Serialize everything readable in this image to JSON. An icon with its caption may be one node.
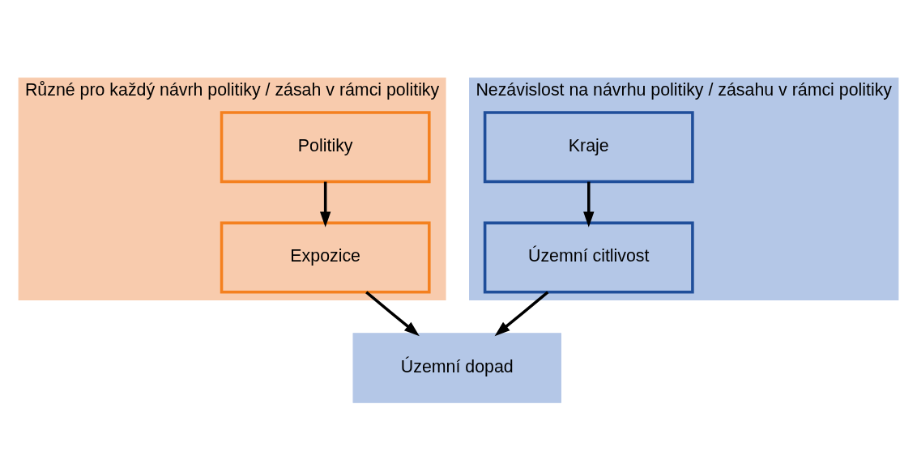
{
  "diagram": {
    "nodes": [
      {
        "text": [
          "Různé pro každý návrh politiky / zásah v rámci politiky"
        ]
      },
      {
        "text": [
          "Politiky"
        ],
        "in": 0
      },
      {
        "text": [
          "Expozice"
        ],
        "in": 0
      },
      {
        "text": [
          "Nezávislost na návrhu politiky / zásahu v rámci politiky"
        ]
      },
      {
        "text": [
          "Kraje"
        ],
        "in": 3
      },
      {
        "text": [
          "Územní citlivost"
        ],
        "in": 3
      },
      {
        "text": [
          "Územní dopad"
        ]
      }
    ],
    "edges": [
      {
        "from": 1,
        "to": 2,
        "arrow": "to"
      },
      {
        "from": 4,
        "to": 5,
        "arrow": "to"
      },
      {
        "from": 2,
        "to": 6,
        "arrow": "to"
      },
      {
        "from": 5,
        "to": 6,
        "arrow": "to"
      }
    ]
  }
}
